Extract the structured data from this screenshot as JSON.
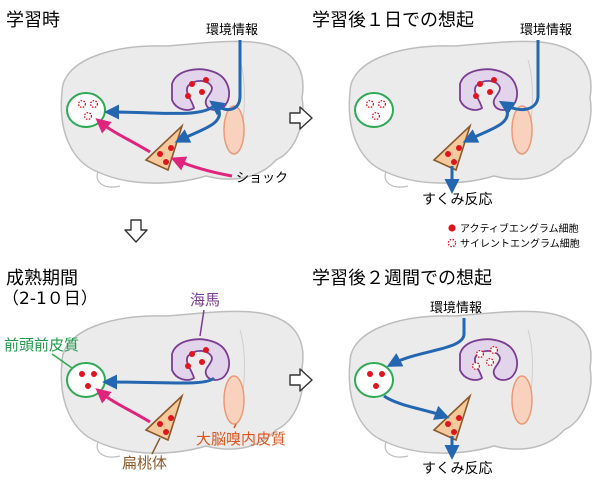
{
  "panels": {
    "learning": {
      "title": "学習時",
      "env_label": "環境情報",
      "shock_label": "ショック"
    },
    "recall_day1": {
      "title": "学習後１日での想起",
      "env_label": "環境情報",
      "response_label": "すくみ反応"
    },
    "maturation": {
      "title_line1": "成熟期間",
      "title_line2": "（2-1０日）",
      "hippocampus_label": "海馬",
      "prefrontal_label": "前頭前皮質",
      "amygdala_label": "扁桃体",
      "entorhinal_label": "大脳嗅内皮質"
    },
    "recall_week2": {
      "title": "学習後２週間での想起",
      "env_label": "環境情報",
      "response_label": "すくみ反応"
    }
  },
  "legend": {
    "active_label": "アクティブエングラム細胞",
    "silent_label": "サイレントエングラム細胞"
  },
  "colors": {
    "brain_fill": "#ebebeb",
    "brain_stroke": "#bdbdbd",
    "prefrontal_stroke": "#2eaa55",
    "hippocampus_fill": "#e2d4ea",
    "hippocampus_stroke": "#7a3d91",
    "amygdala_fill": "#f4c99c",
    "amygdala_stroke": "#8b5a2b",
    "entorhinal_fill": "#f8d2bd",
    "entorhinal_stroke": "#e89a7a",
    "flow_arrow": "#2467b0",
    "shock_arrow": "#e0247d",
    "active_cell": "#e0141e",
    "hippocampus_label_color": "#7a3d91",
    "prefrontal_label_color": "#1e9a4a",
    "amygdala_label_color": "#8b5a2b",
    "entorhinal_label_color": "#e0561e"
  },
  "icons": {
    "transition_arrow": "outline-arrow-icon"
  }
}
